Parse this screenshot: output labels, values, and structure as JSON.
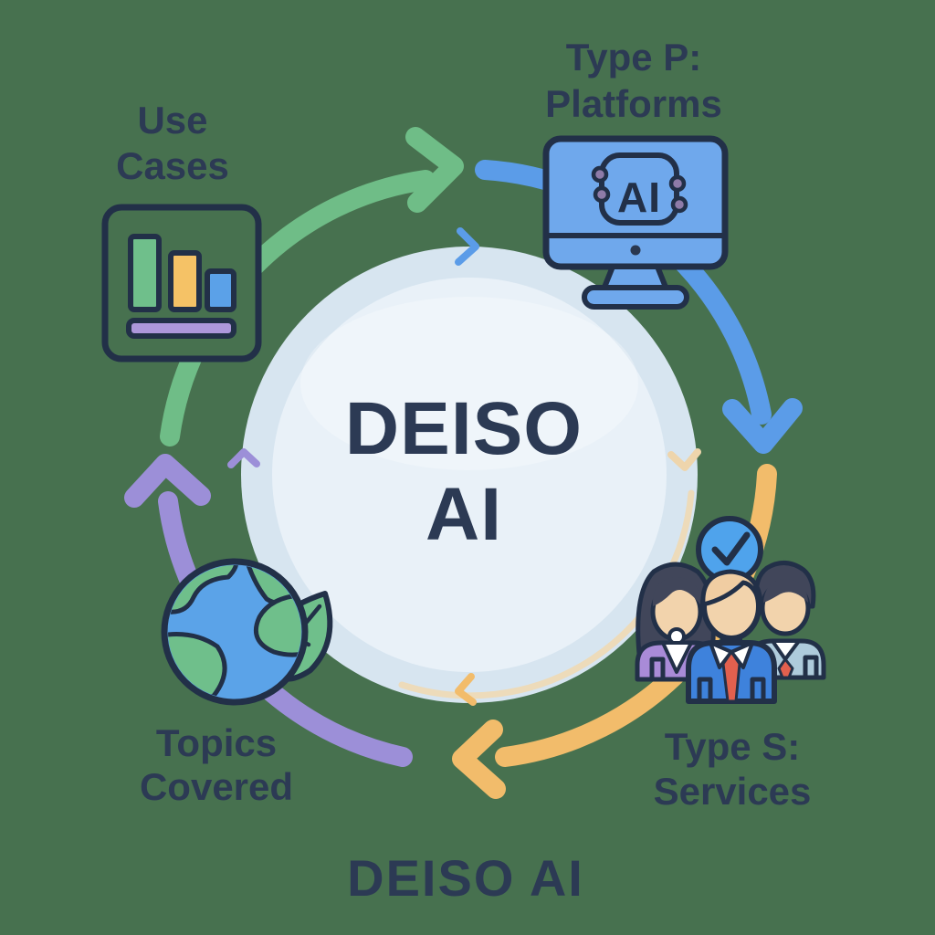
{
  "diagram": {
    "center": {
      "title_line1": "DEISO",
      "title_line2": "AI"
    },
    "footer_brand": "DEISO AI",
    "nodes": [
      {
        "id": "use-cases",
        "line1": "Use",
        "line2": "Cases",
        "icon": "bar-chart-icon"
      },
      {
        "id": "type-p-platforms",
        "line1": "Type P:",
        "line2": "Platforms",
        "icon": "ai-monitor-icon",
        "chip_label": "AI"
      },
      {
        "id": "type-s-services",
        "line1": "Type S:",
        "line2": "Services",
        "icon": "team-check-icon"
      },
      {
        "id": "topics-covered",
        "line1": "Topics",
        "line2": "Covered",
        "icon": "globe-leaf-icon"
      }
    ],
    "cycle_arrows": [
      {
        "from": "use-cases",
        "to": "type-p-platforms",
        "color": "#6FBD87"
      },
      {
        "from": "type-p-platforms",
        "to": "type-s-services",
        "color": "#5B9CE8"
      },
      {
        "from": "type-s-services",
        "to": "topics-covered",
        "color": "#F2BC6B"
      },
      {
        "from": "topics-covered",
        "to": "use-cases",
        "color": "#9C8FD8"
      }
    ]
  },
  "colors": {
    "background": "#47714F",
    "label_text": "#2C3A54",
    "outline_navy": "#223048",
    "arc_green": "#6FBD87",
    "arc_blue": "#5B9CE8",
    "arc_yellow": "#F2BC6B",
    "arc_purple": "#9C8FD8",
    "circle_outer": "#D7E5F0",
    "circle_inner": "#E9F1F8",
    "rim_tan": "#EFD9B4",
    "bar_green": "#6FBF8B",
    "bar_yellow": "#F5C266",
    "bar_blue": "#5BA1E8",
    "bar_purple": "#AD97DB",
    "screen_blue": "#6FA8EC",
    "chip_node_dot": "#8E7BA8",
    "globe_ocean": "#5BA3E8",
    "globe_land": "#6FBF8B",
    "check_blue": "#4FA3EC",
    "skin": "#F2D3AC",
    "woman_top_purple": "#A98BD8",
    "suit_blue": "#3E82DC",
    "jacket_gray_blue": "#AECBDC",
    "tie_red": "#E2604E",
    "hair_dark": "#41465A",
    "hair_tan": "#F0CDA2"
  }
}
